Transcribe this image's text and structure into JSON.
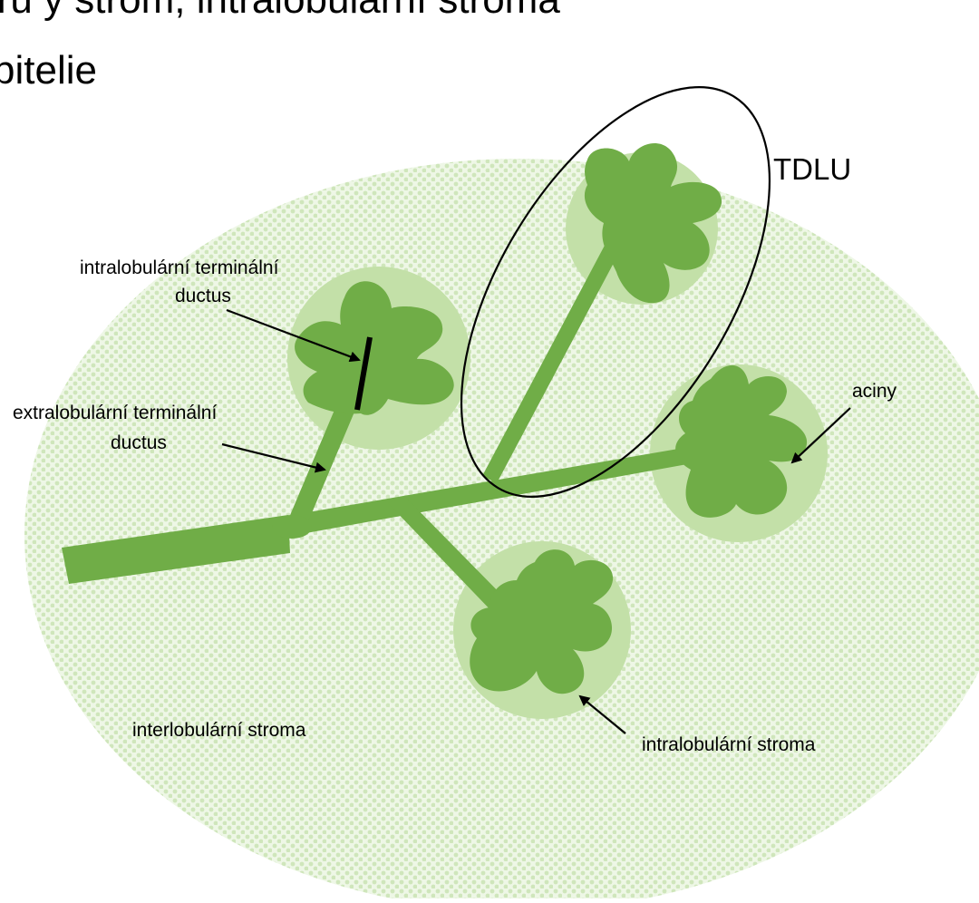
{
  "heading": {
    "line1": "atru ý strom, intralobulární stroma",
    "line2": "pitelie"
  },
  "labels": {
    "tdlu": "TDLU",
    "intralob_duct_line1": "intralobulární terminální",
    "intralob_duct_line2": "ductus",
    "extralob_duct_line1": "extralobulární terminální",
    "extralob_duct_line2": "ductus",
    "aciny": "aciny",
    "interlob_stroma": "interlobulární stroma",
    "intralob_stroma": "intralobulární stroma"
  },
  "colors": {
    "stroma_pattern": "#d9ecc9",
    "lobule_halo": "#c3e0a8",
    "duct_green": "#70ad47",
    "acinus_green": "#6aaa45",
    "outline": "#000000"
  }
}
